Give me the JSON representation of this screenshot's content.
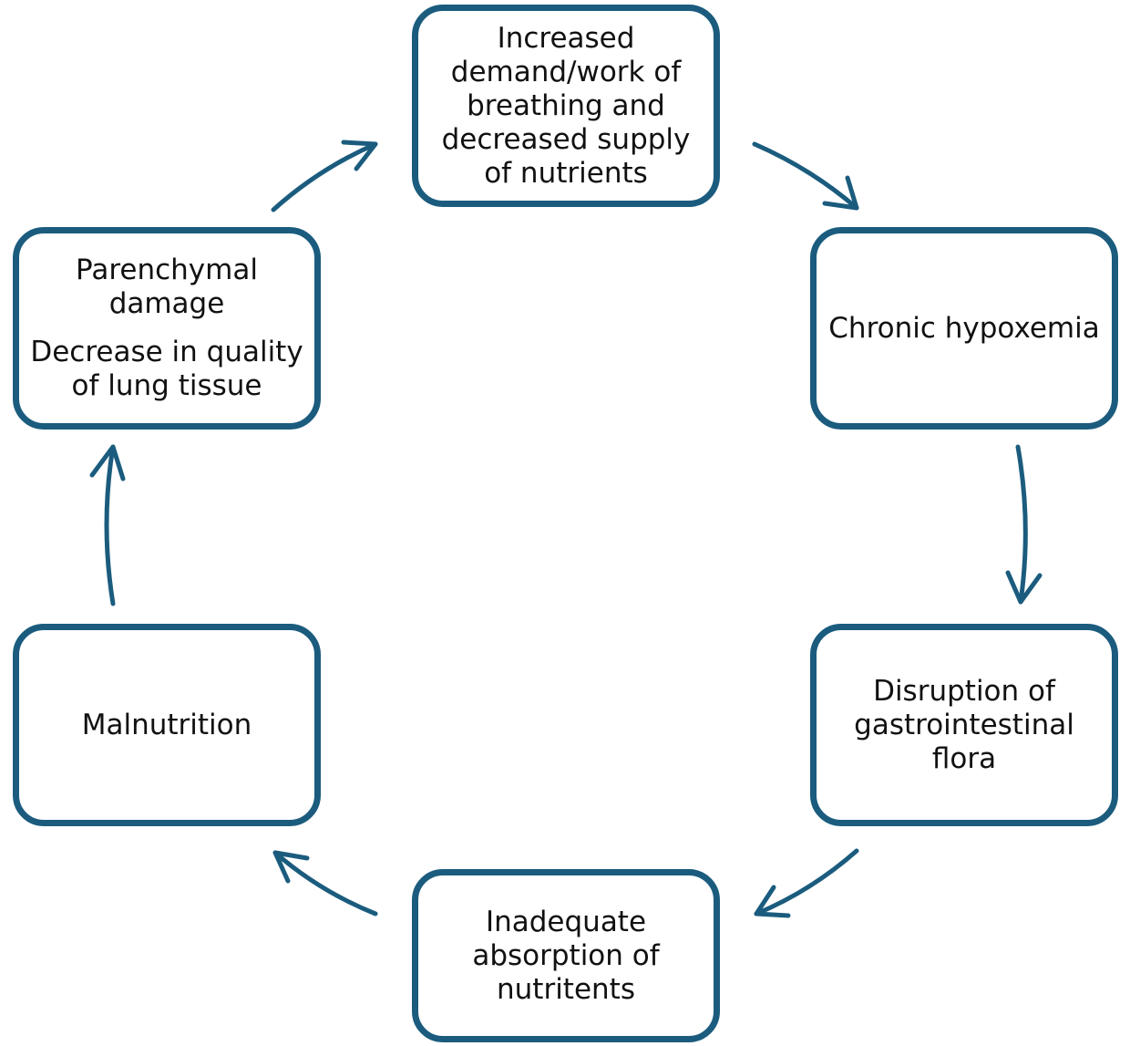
{
  "diagram": {
    "nodes": {
      "top": [
        "Increased",
        "demand/work of",
        "breathing and",
        "decreased supply",
        "of nutrients"
      ],
      "right": [
        "Chronic hypoxemia"
      ],
      "right2": [
        "Disruption of",
        "gastrointestinal",
        "flora"
      ],
      "bottom": [
        "Inadequate",
        "absorption of",
        "nutritents"
      ],
      "left2": [
        "Malnutrition"
      ],
      "left": {
        "first": [
          "Parenchymal",
          "damage"
        ],
        "second": [
          "Decrease in quality",
          "of lung tissue"
        ]
      }
    },
    "colors": {
      "stroke": "#1b5c7e",
      "text": "#111111"
    }
  }
}
